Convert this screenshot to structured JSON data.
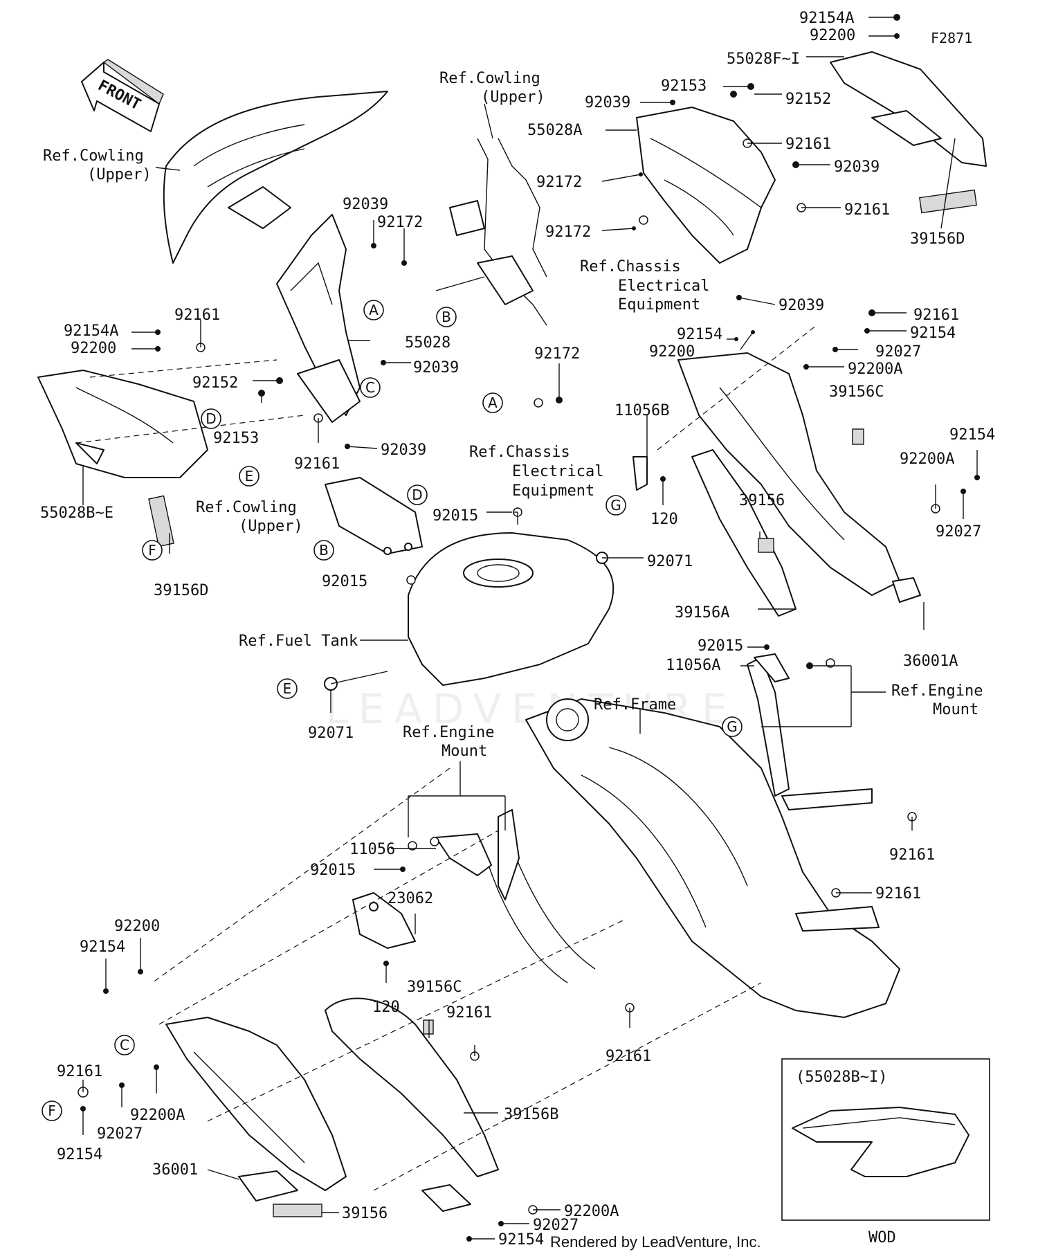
{
  "diagram": {
    "figure_code": "F2871",
    "front_label": "FRONT",
    "footer": "Rendered by LeadVenture, Inc.",
    "watermark": "LEADVENTURE",
    "inset": {
      "title": "(55028B~I)",
      "caption": "WOD"
    },
    "labels": [
      {
        "id": "l01",
        "text": "92154A"
      },
      {
        "id": "l02",
        "text": "92200"
      },
      {
        "id": "l03",
        "text": "55028F~I"
      },
      {
        "id": "l04",
        "text": "92153"
      },
      {
        "id": "l05",
        "text": "92039"
      },
      {
        "id": "l06",
        "text": "92152"
      },
      {
        "id": "l07",
        "text": "55028A"
      },
      {
        "id": "l08",
        "text": "92161"
      },
      {
        "id": "l09",
        "text": "92039"
      },
      {
        "id": "l10",
        "text": "92172"
      },
      {
        "id": "l11",
        "text": "92161"
      },
      {
        "id": "l12",
        "text": "39156D"
      },
      {
        "id": "l13",
        "text": "92172"
      },
      {
        "id": "l14",
        "text": "Ref.Chassis"
      },
      {
        "id": "l15",
        "text": "Electrical"
      },
      {
        "id": "l16",
        "text": "Equipment"
      },
      {
        "id": "l17",
        "text": "92039"
      },
      {
        "id": "l18",
        "text": "Ref.Cowling"
      },
      {
        "id": "l19",
        "text": "(Upper)"
      },
      {
        "id": "l20",
        "text": "Ref.Cowling"
      },
      {
        "id": "l21",
        "text": "(Upper)"
      },
      {
        "id": "l22",
        "text": "92039"
      },
      {
        "id": "l23",
        "text": "92172"
      },
      {
        "id": "l24",
        "text": "55028"
      },
      {
        "id": "l25",
        "text": "92039"
      },
      {
        "id": "l26",
        "text": "92154A"
      },
      {
        "id": "l27",
        "text": "92161"
      },
      {
        "id": "l28",
        "text": "92200"
      },
      {
        "id": "l29",
        "text": "92152"
      },
      {
        "id": "l30",
        "text": "92153"
      },
      {
        "id": "l31",
        "text": "92161"
      },
      {
        "id": "l32",
        "text": "92039"
      },
      {
        "id": "l33",
        "text": "55028B~E"
      },
      {
        "id": "l34",
        "text": "39156D"
      },
      {
        "id": "l35",
        "text": "92172"
      },
      {
        "id": "l36",
        "text": "Ref.Chassis"
      },
      {
        "id": "l37",
        "text": "Electrical"
      },
      {
        "id": "l38",
        "text": "Equipment"
      },
      {
        "id": "l39",
        "text": "Ref.Cowling"
      },
      {
        "id": "l40",
        "text": "(Upper)"
      },
      {
        "id": "l41",
        "text": "92015"
      },
      {
        "id": "l42",
        "text": "92015"
      },
      {
        "id": "l43",
        "text": "92071"
      },
      {
        "id": "l44",
        "text": "Ref.Fuel Tank"
      },
      {
        "id": "l45",
        "text": "92071"
      },
      {
        "id": "l46",
        "text": "92161"
      },
      {
        "id": "l47",
        "text": "92154"
      },
      {
        "id": "l48",
        "text": "92154"
      },
      {
        "id": "l49",
        "text": "92200"
      },
      {
        "id": "l50",
        "text": "92027"
      },
      {
        "id": "l51",
        "text": "92200A"
      },
      {
        "id": "l52",
        "text": "11056B"
      },
      {
        "id": "l53",
        "text": "39156C"
      },
      {
        "id": "l54",
        "text": "92154"
      },
      {
        "id": "l55",
        "text": "92200A"
      },
      {
        "id": "l56",
        "text": "120"
      },
      {
        "id": "l57",
        "text": "39156"
      },
      {
        "id": "l58",
        "text": "92027"
      },
      {
        "id": "l59",
        "text": "39156A"
      },
      {
        "id": "l60",
        "text": "36001A"
      },
      {
        "id": "l61",
        "text": "92015"
      },
      {
        "id": "l62",
        "text": "11056A"
      },
      {
        "id": "l63",
        "text": "Ref.Engine"
      },
      {
        "id": "l64",
        "text": "Mount"
      },
      {
        "id": "l65",
        "text": "Ref.Frame"
      },
      {
        "id": "l66",
        "text": "Ref.Engine"
      },
      {
        "id": "l67",
        "text": "Mount"
      },
      {
        "id": "l68",
        "text": "92161"
      },
      {
        "id": "l69",
        "text": "11056"
      },
      {
        "id": "l70",
        "text": "92015"
      },
      {
        "id": "l71",
        "text": "92161"
      },
      {
        "id": "l72",
        "text": "23062"
      },
      {
        "id": "l73",
        "text": "92200"
      },
      {
        "id": "l74",
        "text": "92154"
      },
      {
        "id": "l75",
        "text": "120"
      },
      {
        "id": "l76",
        "text": "39156C"
      },
      {
        "id": "l77",
        "text": "92161"
      },
      {
        "id": "l78",
        "text": "92161"
      },
      {
        "id": "l79",
        "text": "92161"
      },
      {
        "id": "l80",
        "text": "92200A"
      },
      {
        "id": "l81",
        "text": "39156B"
      },
      {
        "id": "l82",
        "text": "92027"
      },
      {
        "id": "l83",
        "text": "92154"
      },
      {
        "id": "l84",
        "text": "36001"
      },
      {
        "id": "l85",
        "text": "39156"
      },
      {
        "id": "l86",
        "text": "92200A"
      },
      {
        "id": "l87",
        "text": "92027"
      },
      {
        "id": "l88",
        "text": "92154"
      }
    ],
    "callouts": [
      {
        "id": "c01",
        "text": "A"
      },
      {
        "id": "c02",
        "text": "B"
      },
      {
        "id": "c03",
        "text": "C"
      },
      {
        "id": "c04",
        "text": "D"
      },
      {
        "id": "c05",
        "text": "E"
      },
      {
        "id": "c06",
        "text": "F"
      },
      {
        "id": "c07",
        "text": "A"
      },
      {
        "id": "c08",
        "text": "D"
      },
      {
        "id": "c09",
        "text": "B"
      },
      {
        "id": "c10",
        "text": "G"
      },
      {
        "id": "c11",
        "text": "E"
      },
      {
        "id": "c12",
        "text": "G"
      },
      {
        "id": "c13",
        "text": "C"
      },
      {
        "id": "c14",
        "text": "F"
      }
    ]
  }
}
